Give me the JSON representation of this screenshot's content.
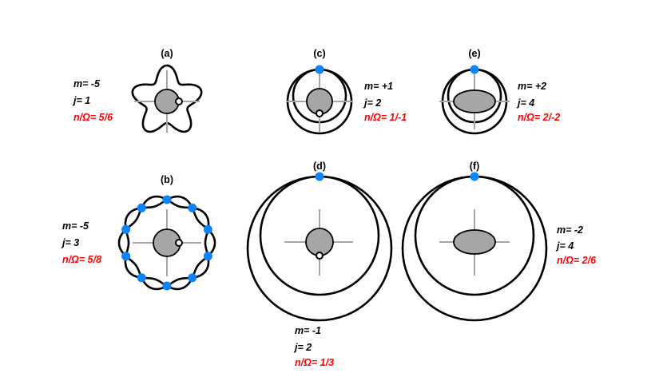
{
  "colors": {
    "orbit": "#000000",
    "axis": "#a6a6a6",
    "body": "#a6a6a6",
    "resonance_dot": "#0a84ff",
    "ratio_text": "#ff0000"
  },
  "panels": {
    "a": {
      "label": "(a)",
      "m": "m= -5",
      "j": "j= 1",
      "ratio": "n/Ω= 5/6"
    },
    "b": {
      "label": "(b)",
      "m": "m= -5",
      "j": "j= 3",
      "ratio": "n/Ω= 5/8",
      "resonance_points": 10
    },
    "c": {
      "label": "(c)",
      "m": "m= +1",
      "j": "j= 2",
      "ratio": "n/Ω= 1/-1",
      "resonance_points": 1
    },
    "d": {
      "label": "(d)",
      "m": "m= -1",
      "j": "j= 2",
      "ratio": "n/Ω= 1/3",
      "resonance_points": 1
    },
    "e": {
      "label": "(e)",
      "m": "m= +2",
      "j": "j= 4",
      "ratio": "n/Ω= 2/-2",
      "resonance_points": 1
    },
    "f": {
      "label": "(f)",
      "m": "m= -2",
      "j": "j= 4",
      "ratio": "n/Ω= 2/6",
      "resonance_points": 1
    }
  }
}
